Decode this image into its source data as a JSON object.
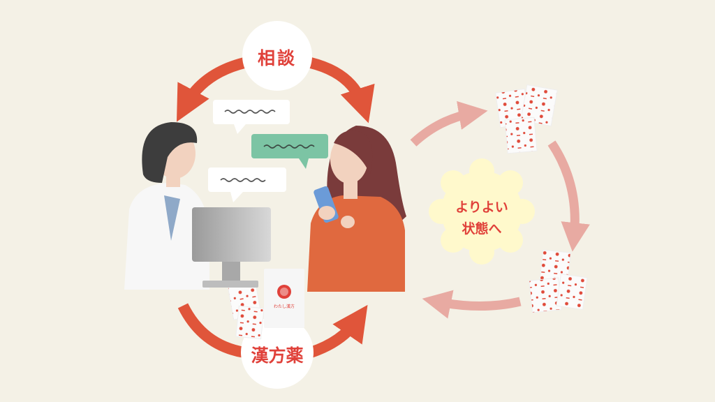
{
  "labels": {
    "consult": "相談",
    "kampo": "漢方薬",
    "better_state_line1": "よりよい",
    "better_state_line2": "状態へ",
    "bag_logo": "わたし漢方"
  },
  "colors": {
    "background": "#f4f1e6",
    "main_arrow": "#e0553a",
    "cycle_arrow": "#e8aaa2",
    "label_text": "#e0413a",
    "speech_bubble_green": "#7cc4a4",
    "flower_badge": "#fff9cc"
  },
  "icons": [
    "doctor-illustration",
    "patient-illustration",
    "monitor-illustration",
    "smartphone-illustration",
    "medicine-bag-illustration",
    "medicine-packet-illustration"
  ]
}
